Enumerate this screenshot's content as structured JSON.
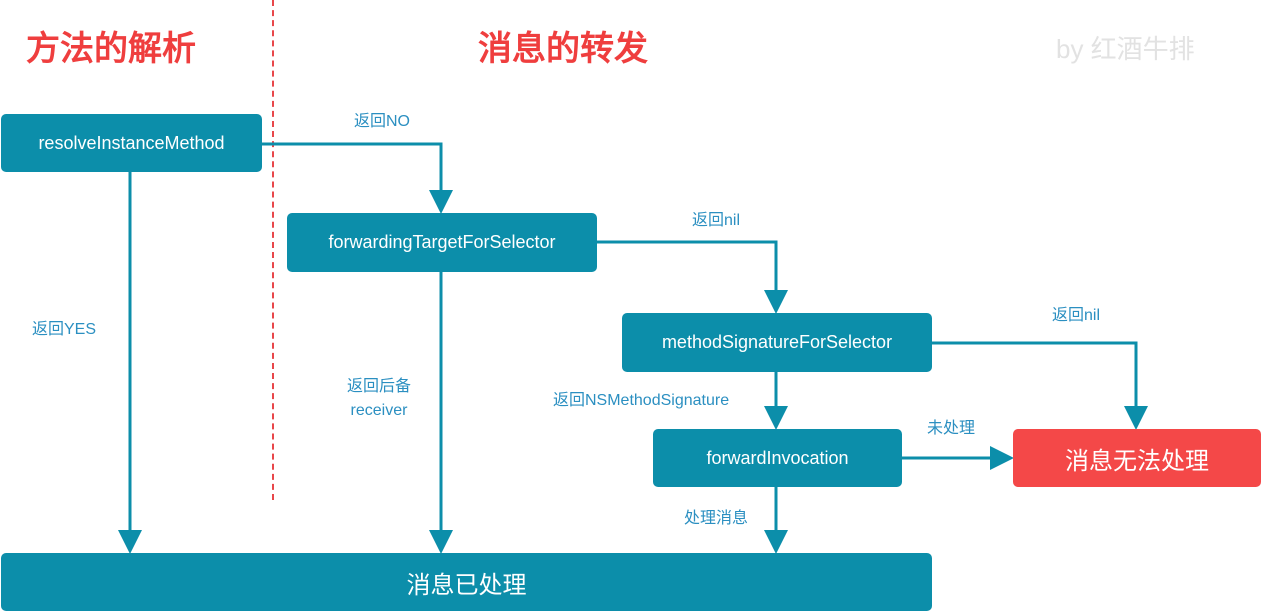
{
  "headings": {
    "left": "方法的解析",
    "right": "消息的转发",
    "watermark": "by 红酒牛排"
  },
  "nodes": {
    "resolve": "resolveInstanceMethod",
    "forwarding_target": "forwardingTargetForSelector",
    "method_signature": "methodSignatureForSelector",
    "forward_invocation": "forwardInvocation",
    "cannot_handle": "消息无法处理",
    "handled": "消息已处理"
  },
  "edge_labels": {
    "return_no": "返回NO",
    "return_yes": "返回YES",
    "return_nil_1": "返回nil",
    "return_backup_line1": "返回后备",
    "return_backup_line2": "receiver",
    "return_nil_2": "返回nil",
    "return_ns_method_signature": "返回NSMethodSignature",
    "not_handled": "未处理",
    "handle_message": "处理消息"
  },
  "colors": {
    "box": "#0c8eaa",
    "error_box": "#f44848",
    "heading": "#ef3e3e",
    "label": "#2b8fc1",
    "divider": "#e8474a"
  }
}
